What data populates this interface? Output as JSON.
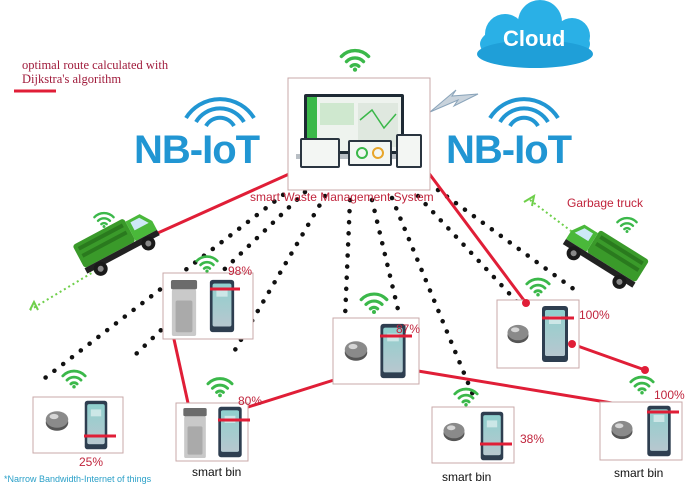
{
  "legend": {
    "line1": "optimal route calculated with",
    "line2": "Dijkstra's algorithm",
    "route_color": "#e01e37"
  },
  "cloud": {
    "label": "Cloud"
  },
  "network": {
    "left_label": "NB-IoT",
    "right_label": "NB-IoT",
    "accent_color": "#2196d3"
  },
  "system": {
    "label": "smart Waste Management System"
  },
  "truck": {
    "label": "Garbage truck",
    "body_color": "#3a9a2a"
  },
  "bins": [
    {
      "fill_percent": "98%",
      "fill": 0.98
    },
    {
      "fill_percent": "87%",
      "fill": 0.87
    },
    {
      "fill_percent": "100%",
      "fill": 1.0
    },
    {
      "fill_percent": "25%",
      "fill": 0.25,
      "label": ""
    },
    {
      "fill_percent": "80%",
      "fill": 0.8,
      "label": "smart bin"
    },
    {
      "fill_percent": "38%",
      "fill": 0.38,
      "label": "smart bin"
    },
    {
      "fill_percent": "100%",
      "fill": 1.0,
      "label": "smart bin"
    }
  ],
  "footnote": "*Narrow Bandwidth-Internet of things",
  "icons": [
    "wifi-icon",
    "lightning-icon",
    "cloud-icon",
    "truck-icon",
    "monitor-icon",
    "sensor-icon",
    "trash-bin-icon"
  ]
}
